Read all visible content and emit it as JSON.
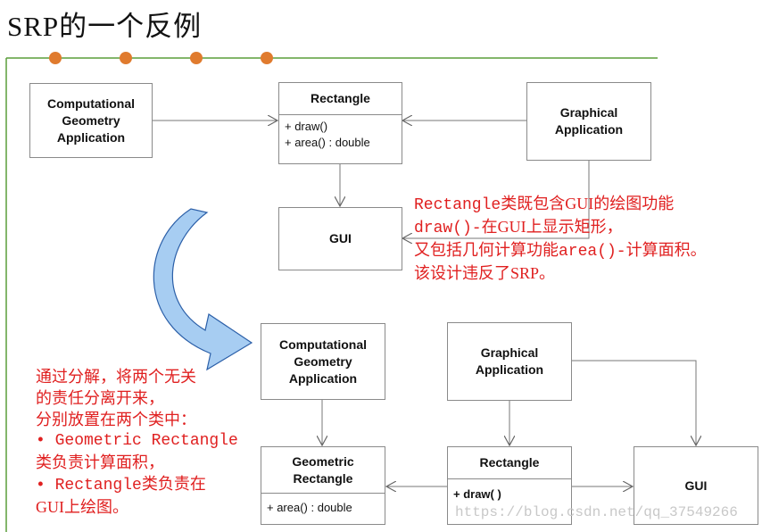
{
  "title": "SRP的一个反例",
  "colors": {
    "dot": "#e07b2e",
    "frame": "#5a9e3a",
    "note": "#e02020",
    "arrow_fill": "#a7cdf2",
    "arrow_stroke": "#2b5fa8"
  },
  "top_diagram": {
    "computational_app": [
      "Computational",
      "Geometry",
      "Application"
    ],
    "rectangle": {
      "name": "Rectangle",
      "ops": [
        "+ draw()",
        "+ area() : double"
      ]
    },
    "graphical_app": [
      "Graphical",
      "Application"
    ],
    "gui": "GUI"
  },
  "note_top": {
    "line1": {
      "code": "Rectangle",
      "text": "类既包含GUI的绘图功能"
    },
    "line2": {
      "code": "draw()-",
      "text": "在GUI上显示矩形，"
    },
    "line3": {
      "text_a": "又包括几何计算功能",
      "code": "area()-",
      "text_b": "计算面积。"
    },
    "line4": "该设计违反了SRP。"
  },
  "note_bottom": {
    "line1": "通过分解，将两个无关",
    "line2": "的责任分离开来，",
    "line3": "分别放置在两个类中：",
    "line4": "• Geometric Rectangle",
    "line5": "类负责计算面积，",
    "line6": {
      "code": "• Rectangle",
      "text": "类负责在"
    },
    "line7": "GUI上绘图。"
  },
  "bottom_diagram": {
    "computational_app": [
      "Computational",
      "Geometry",
      "Application"
    ],
    "graphical_app": [
      "Graphical",
      "Application"
    ],
    "geometric_rectangle": {
      "name": [
        "Geometric",
        "Rectangle"
      ],
      "ops": [
        "+ area() : double"
      ]
    },
    "rectangle": {
      "name": "Rectangle",
      "ops": [
        "+ draw( )"
      ]
    },
    "gui": "GUI"
  },
  "watermark": "https://blog.csdn.net/qq_37549266"
}
